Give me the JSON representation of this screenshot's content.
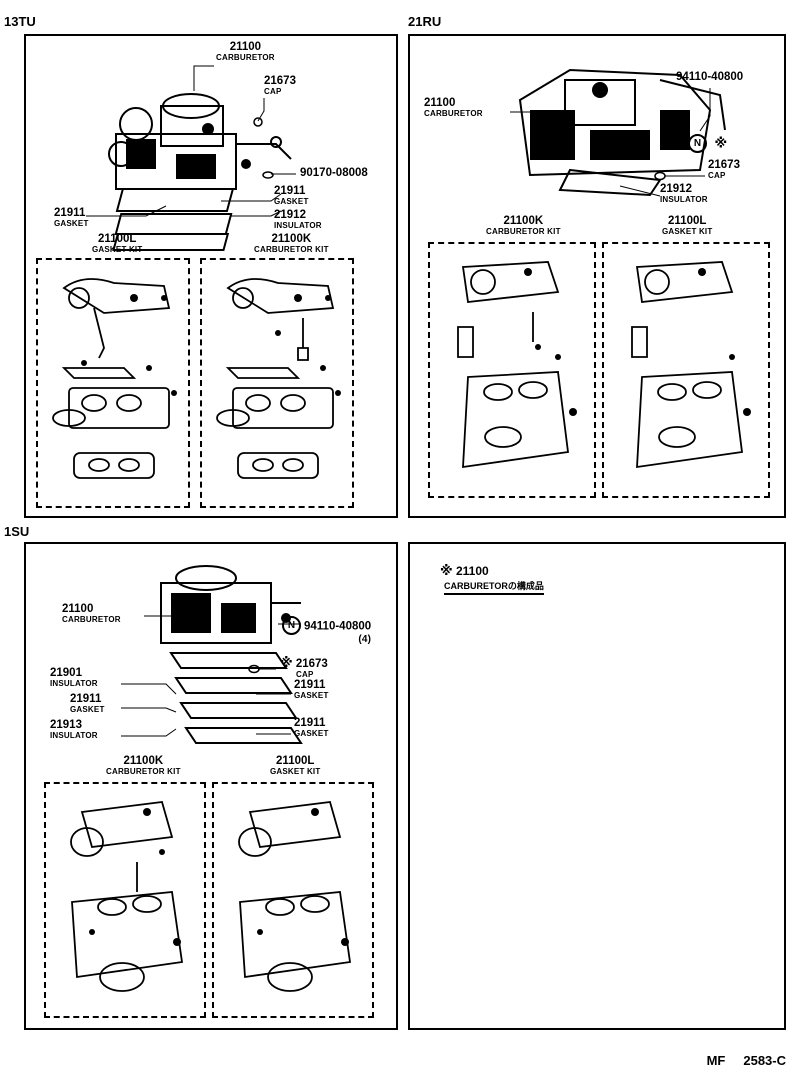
{
  "sections": {
    "s13tu": "13TU",
    "s21ru": "21RU",
    "s1su": "1SU"
  },
  "p13tu": {
    "carb": {
      "num": "21100",
      "name": "CARBURETOR"
    },
    "cap": {
      "num": "21673",
      "name": "CAP"
    },
    "bolt": {
      "num": "90170-08008"
    },
    "gasket_r": {
      "num": "21911",
      "name": "GASKET"
    },
    "insul": {
      "num": "21912",
      "name": "INSULATOR"
    },
    "gasket_l": {
      "num": "21911",
      "name": "GASKET"
    },
    "kit_l": {
      "num": "21100L",
      "name": "GASKET KIT"
    },
    "kit_k": {
      "num": "21100K",
      "name": "CARBURETOR KIT"
    }
  },
  "p21ru": {
    "carb": {
      "num": "21100",
      "name": "CARBURETOR"
    },
    "sensor": {
      "num": "94110-40800"
    },
    "cap": {
      "num": "21673",
      "name": "CAP",
      "mark": "※"
    },
    "insul": {
      "num": "21912",
      "name": "INSULATOR"
    },
    "nut_mark": "N",
    "kit_k": {
      "num": "21100K",
      "name": "CARBURETOR KIT"
    },
    "kit_l": {
      "num": "21100L",
      "name": "GASKET KIT"
    }
  },
  "p1su": {
    "carb": {
      "num": "21100",
      "name": "CARBURETOR"
    },
    "sensor": {
      "num": "94110-40800",
      "qty": "(4)"
    },
    "nut_mark": "N",
    "cap": {
      "num": "21673",
      "name": "CAP",
      "mark": "※"
    },
    "insul1": {
      "num": "21901",
      "name": "INSULATOR"
    },
    "gasket1": {
      "num": "21911",
      "name": "GASKET"
    },
    "gasket2": {
      "num": "21911",
      "name": "GASKET"
    },
    "insul2": {
      "num": "21913",
      "name": "INSULATOR"
    },
    "gasket3": {
      "num": "21911",
      "name": "GASKET"
    },
    "kit_k": {
      "num": "21100K",
      "name": "CARBURETOR KIT"
    },
    "kit_l": {
      "num": "21100L",
      "name": "GASKET KIT"
    }
  },
  "legend": {
    "mark": "※",
    "num": "21100",
    "name": "CARBURETORの構成品"
  },
  "footer": {
    "code1": "MF",
    "code2": "2583-C"
  }
}
